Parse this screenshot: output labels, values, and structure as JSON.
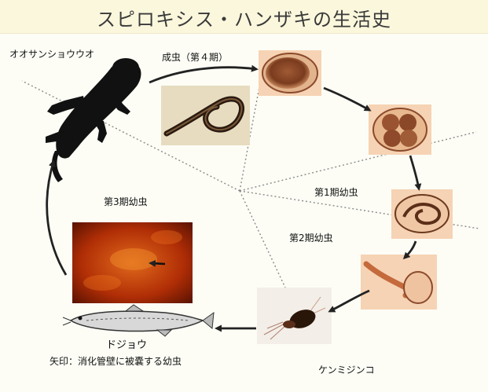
{
  "title": "スピロキシス・ハンザキの生活史",
  "labels": {
    "host": "オオサンショウウオ",
    "adult": "成虫（第４期）",
    "larva1": "第1期幼虫",
    "larva2": "第2期幼虫",
    "larva3": "第3期幼虫",
    "loach": "ドジョウ",
    "caption": "矢印：消化管壁に被嚢する幼虫",
    "cyclops": "ケンミジンコ"
  },
  "colors": {
    "header_bg": "#fbf7dc",
    "egg_bg": "#f6d3b4",
    "egg_body": "#8b4a2b",
    "tissue": "#b73008",
    "arrow": "#222222"
  }
}
